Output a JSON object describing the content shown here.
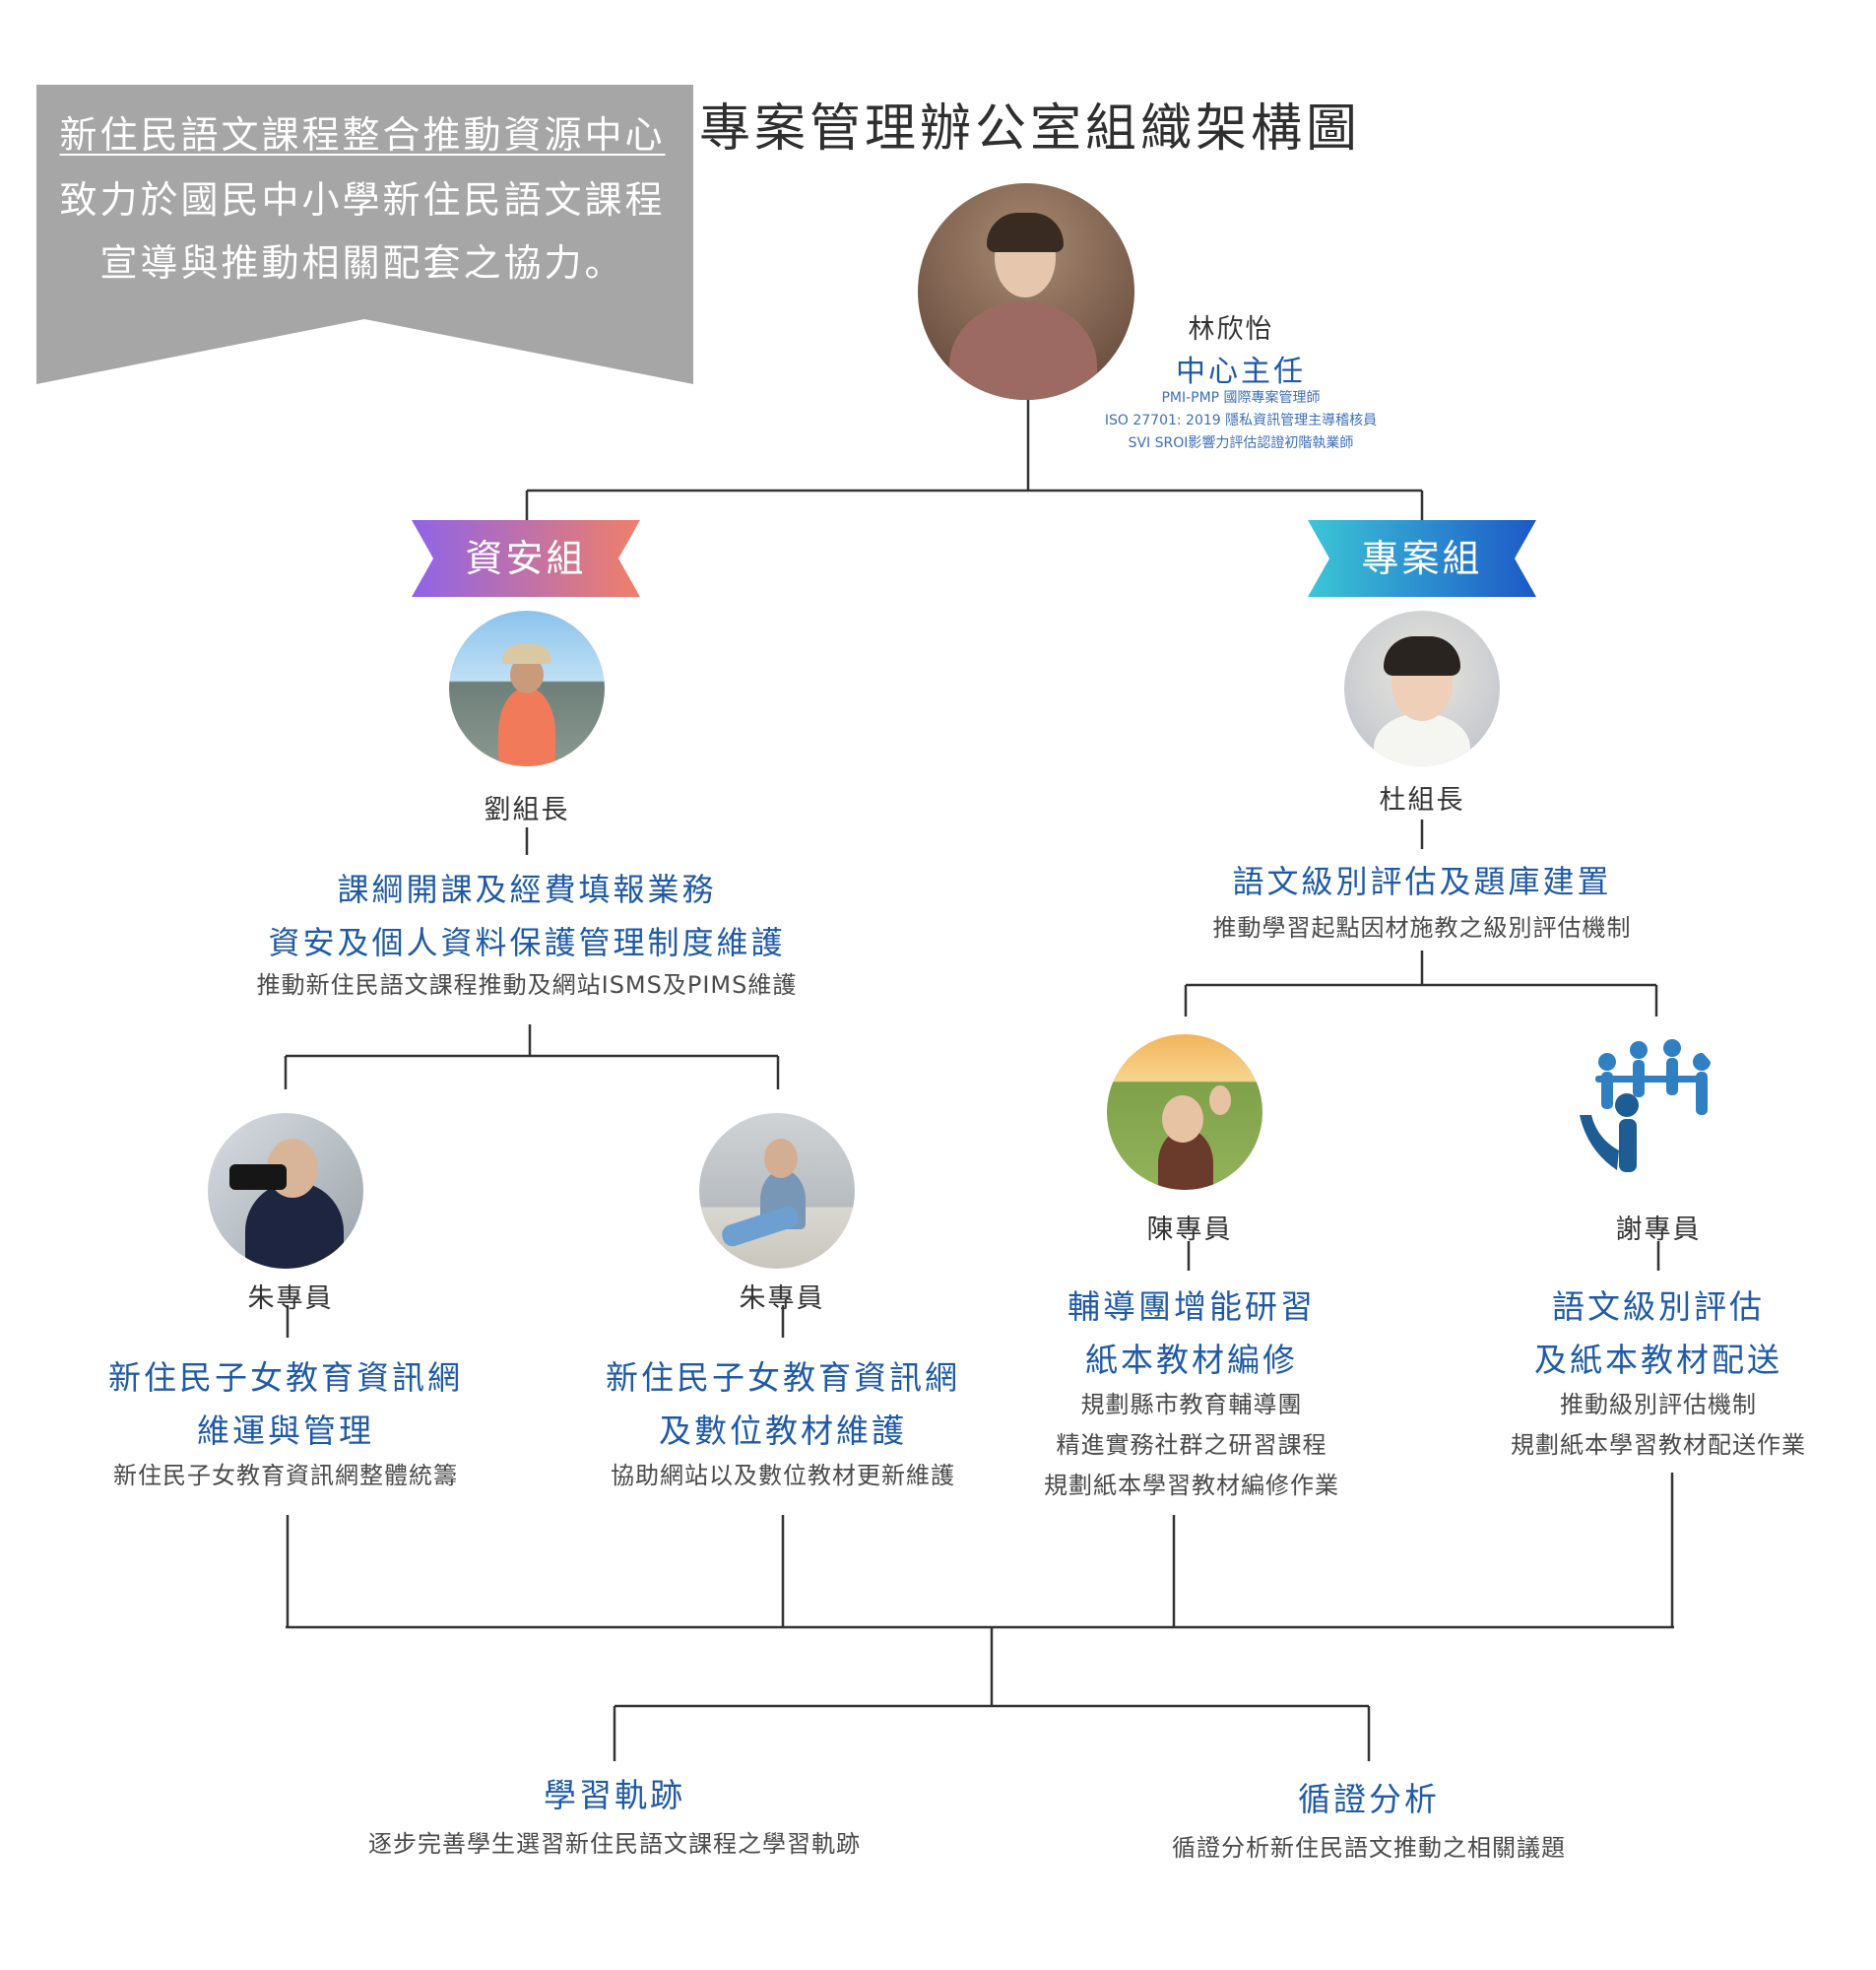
{
  "banner": {
    "line1": "新住民語文課程整合推動資源中心",
    "line2": "致力於國民中小學新住民語文課程",
    "line3": "宣導與推動相關配套之協力。"
  },
  "title": "專案管理辦公室組織架構圖",
  "director": {
    "name": "林欣怡",
    "role": "中心主任",
    "credentials": [
      "PMI-PMP 國際專案管理師",
      "ISO 27701: 2019 隱私資訊管理主導稽核員",
      "SVI SROI影響力評估認證初階執業師"
    ]
  },
  "teams": {
    "security": {
      "label": "資安組",
      "leader": "劉組長",
      "duty1": "課綱開課及經費填報業務",
      "duty2": "資安及個人資料保護管理制度維護",
      "desc": "推動新住民語文課程推動及網站ISMS及PIMS維護"
    },
    "project": {
      "label": "專案組",
      "leader": "杜組長",
      "duty1": "語文級別評估及題庫建置",
      "desc": "推動學習起點因材施教之級別評估機制"
    }
  },
  "staff": [
    {
      "name": "朱專員",
      "title1": "新住民子女教育資訊網",
      "title2": "維運與管理",
      "desc": [
        "新住民子女教育資訊網整體統籌"
      ]
    },
    {
      "name": "朱專員",
      "title1": "新住民子女教育資訊網",
      "title2": "及數位教材維護",
      "desc": [
        "協助網站以及數位教材更新維護"
      ]
    },
    {
      "name": "陳專員",
      "title1": "輔導團增能研習",
      "title2": "紙本教材編修",
      "desc": [
        "規劃縣市教育輔導團",
        "精進實務社群之研習課程",
        "規劃紙本學習教材編修作業"
      ]
    },
    {
      "name": "謝專員",
      "title1": "語文級別評估",
      "title2": "及紙本教材配送",
      "desc": [
        "推動級別評估機制",
        "規劃紙本學習教材配送作業"
      ]
    }
  ],
  "outcomes": [
    {
      "title": "學習軌跡",
      "desc": "逐步完善學生選習新住民語文課程之學習軌跡"
    },
    {
      "title": "循證分析",
      "desc": "循證分析新住民語文推動之相關議題"
    }
  ],
  "colors": {
    "banner_grey": "#a6a6a6",
    "heading_blue": "#1f5aa6",
    "security_gradient": [
      "#8f63e8",
      "#f07f68"
    ],
    "project_gradient": [
      "#3cc6d6",
      "#1d58c8"
    ]
  }
}
